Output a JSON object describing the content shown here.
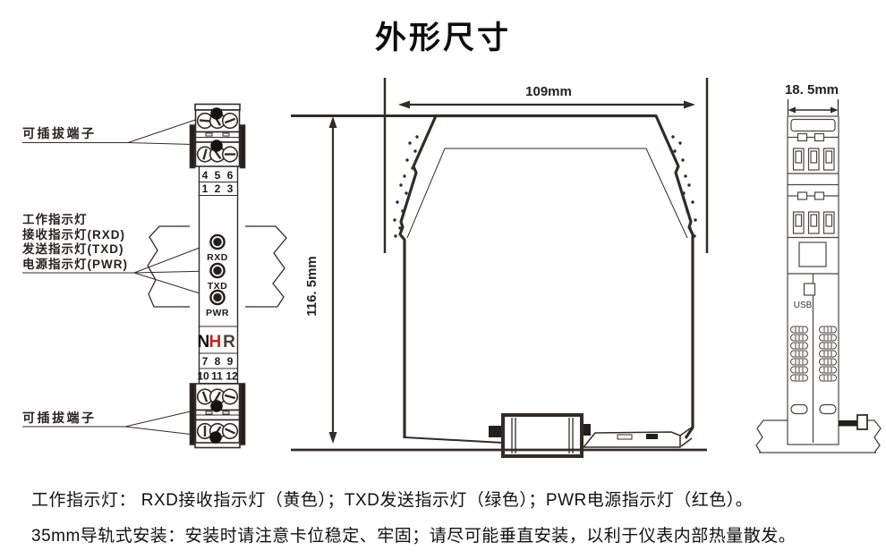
{
  "page": {
    "title": "外形尺寸"
  },
  "colors": {
    "line": "#332b28",
    "red_number": "#e60012",
    "logo_red": "#cf2016"
  },
  "front_view": {
    "label_pluggable_top": "可插拔端子",
    "label_pluggable_bottom": "可插拔端子",
    "indicator_labels": [
      "工作指示灯",
      "接收指示灯(RXD)",
      "发送指示灯(TXD)",
      "电源指示灯(PWR)"
    ],
    "terminals_top": {
      "row1": [
        "4",
        "5",
        "6"
      ],
      "row2": [
        "1",
        "2",
        "3"
      ]
    },
    "terminals_bottom": {
      "row1": [
        "7",
        "8",
        "9"
      ],
      "row2": [
        "10",
        "11",
        "12"
      ]
    },
    "led_labels": [
      "RXD",
      "TXD",
      "PWR"
    ],
    "logo_letters": [
      "N",
      "H",
      "R"
    ]
  },
  "side_view": {
    "width_dim": "109mm",
    "height_dim": "116. 5mm"
  },
  "end_view": {
    "width_dim": "18. 5mm",
    "usb_label": "USB"
  },
  "footer": {
    "line1": "工作指示灯： RXD接收指示灯（黄色）；TXD发送指示灯（绿色）；PWR电源指示灯（红色）。",
    "line2": "35mm导轨式安装：安装时请注意卡位稳定、牢固；请尽可能垂直安装，以利于仪表内部热量散发。"
  }
}
